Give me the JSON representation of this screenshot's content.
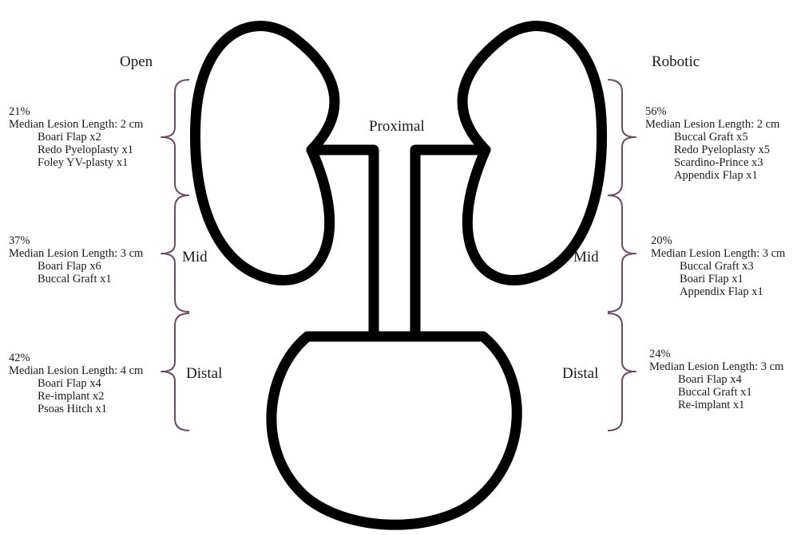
{
  "colors": {
    "anatomy_outline": "#000000",
    "bracket": "#6e4a64",
    "text": "#1a1a1a"
  },
  "headings": {
    "open": "Open",
    "robotic": "Robotic",
    "proximal": "Proximal"
  },
  "region_labels": {
    "left_mid": "Mid",
    "left_distal": "Distal",
    "right_mid": "Mid",
    "right_distal": "Distal"
  },
  "open": {
    "proximal": {
      "percent": "21%",
      "median": "Median Lesion Length: 2 cm",
      "procedures": [
        "Boari Flap x2",
        "Redo Pyeloplasty x1",
        "Foley YV-plasty x1"
      ]
    },
    "mid": {
      "percent": "37%",
      "median": "Median Lesion Length: 3 cm",
      "procedures": [
        "Boari Flap x6",
        "Buccal Graft x1"
      ]
    },
    "distal": {
      "percent": "42%",
      "median": "Median Lesion Length: 4 cm",
      "procedures": [
        "Boari Flap x4",
        "Re-implant x2",
        "Psoas Hitch x1"
      ]
    }
  },
  "robotic": {
    "proximal": {
      "percent": "56%",
      "median": "Median Lesion Length: 2 cm",
      "procedures": [
        "Buccal Graft x5",
        "Redo Pyeloplasty x5",
        "Scardino-Prince x3",
        "Appendix Flap x1"
      ]
    },
    "mid": {
      "percent": "20%",
      "median": "Median Lesion Length: 3 cm",
      "procedures": [
        "Buccal Graft x3",
        "Boari Flap x1",
        "Appendix Flap x1"
      ]
    },
    "distal": {
      "percent": "24%",
      "median": "Median Lesion Length: 3 cm",
      "procedures": [
        "Boari Flap x4",
        "Buccal Graft x1",
        "Re-implant x1"
      ]
    }
  }
}
